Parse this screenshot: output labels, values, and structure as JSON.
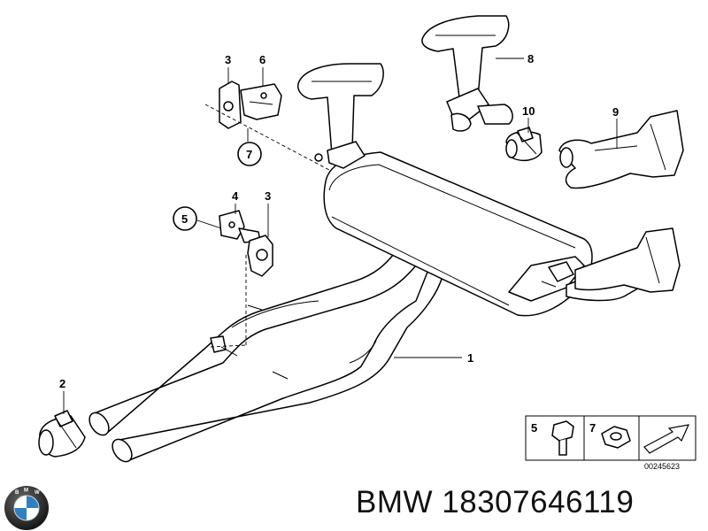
{
  "caption": {
    "brand": "BMW",
    "part_number": "18307646119"
  },
  "diagram": {
    "reference_code": "00245623",
    "callouts": {
      "c1": "1",
      "c2": "2",
      "c3a": "3",
      "c3b": "3",
      "c4": "4",
      "c5": "5",
      "c6": "6",
      "c7": "7",
      "c8": "8",
      "c9": "9",
      "c10": "10"
    },
    "legend": {
      "item5": "5",
      "item7": "7"
    }
  },
  "logo": {
    "name": "bmw-roundel",
    "colors": {
      "blue": "#2f7fc1",
      "ring": "#1a1a1a",
      "white": "#ffffff"
    }
  }
}
